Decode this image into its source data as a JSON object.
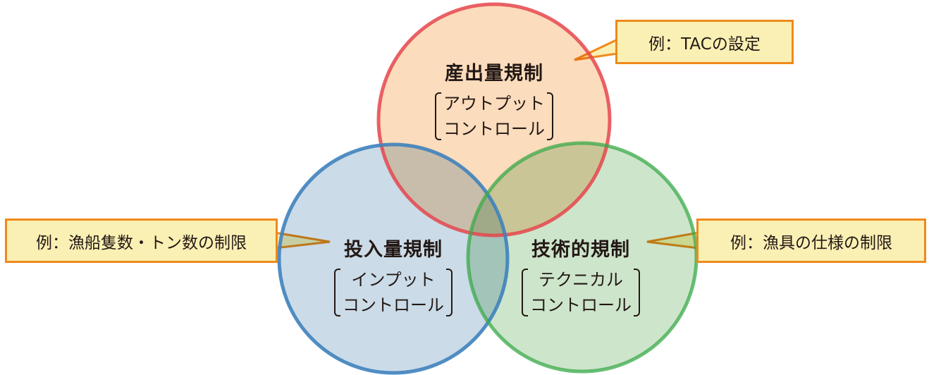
{
  "colors": {
    "output": "#e5474e",
    "input": "#3f82bd",
    "technical": "#3aa94a",
    "callout_border": "#ee8a1c",
    "callout_fill": "#fbf0b4"
  },
  "circles": {
    "output": {
      "title": "産出量規制",
      "sub1": "アウトプット",
      "sub2": "コントロール"
    },
    "input": {
      "title": "投入量規制",
      "sub1": "インプット",
      "sub2": "コントロール"
    },
    "technical": {
      "title": "技術的規制",
      "sub1": "テクニカル",
      "sub2": "コントロール"
    }
  },
  "callouts": {
    "output": "例：TACの設定",
    "input": "例：漁船隻数・トン数の制限",
    "technical": "例：漁具の仕様の制限"
  }
}
